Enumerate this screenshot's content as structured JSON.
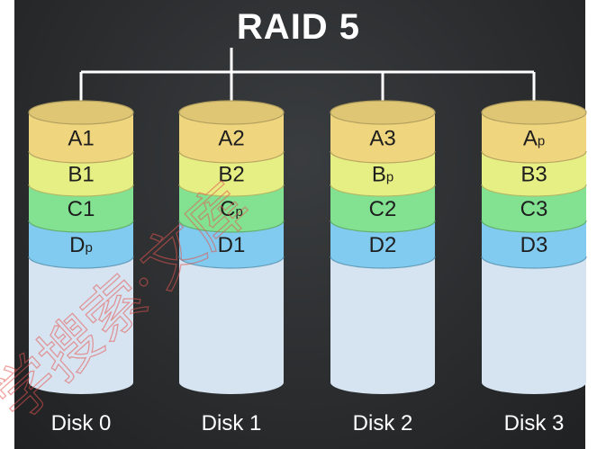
{
  "title": "RAID 5",
  "colors": {
    "row_a": "#efd57e",
    "row_b": "#e6ef84",
    "row_c": "#82e291",
    "row_d": "#80cbef",
    "empty": "#d6e4f2",
    "connector": "#ffffff"
  },
  "disks": [
    {
      "label": "Disk 0",
      "blocks": [
        {
          "row": "a",
          "main": "A",
          "sub": "1"
        },
        {
          "row": "b",
          "main": "B",
          "sub": "1"
        },
        {
          "row": "c",
          "main": "C",
          "sub": "1"
        },
        {
          "row": "d",
          "main": "D",
          "sub": "p"
        }
      ]
    },
    {
      "label": "Disk 1",
      "blocks": [
        {
          "row": "a",
          "main": "A",
          "sub": "2"
        },
        {
          "row": "b",
          "main": "B",
          "sub": "2"
        },
        {
          "row": "c",
          "main": "C",
          "sub": "p"
        },
        {
          "row": "d",
          "main": "D",
          "sub": "1"
        }
      ]
    },
    {
      "label": "Disk 2",
      "blocks": [
        {
          "row": "a",
          "main": "A",
          "sub": "3"
        },
        {
          "row": "b",
          "main": "B",
          "sub": "p"
        },
        {
          "row": "c",
          "main": "C",
          "sub": "2"
        },
        {
          "row": "d",
          "main": "D",
          "sub": "2"
        }
      ]
    },
    {
      "label": "Disk 3",
      "blocks": [
        {
          "row": "a",
          "main": "A",
          "sub": "p"
        },
        {
          "row": "b",
          "main": "B",
          "sub": "3"
        },
        {
          "row": "c",
          "main": "C",
          "sub": "3"
        },
        {
          "row": "d",
          "main": "D",
          "sub": "3"
        }
      ]
    }
  ],
  "watermark": {
    "text": "学搜索·文库"
  }
}
